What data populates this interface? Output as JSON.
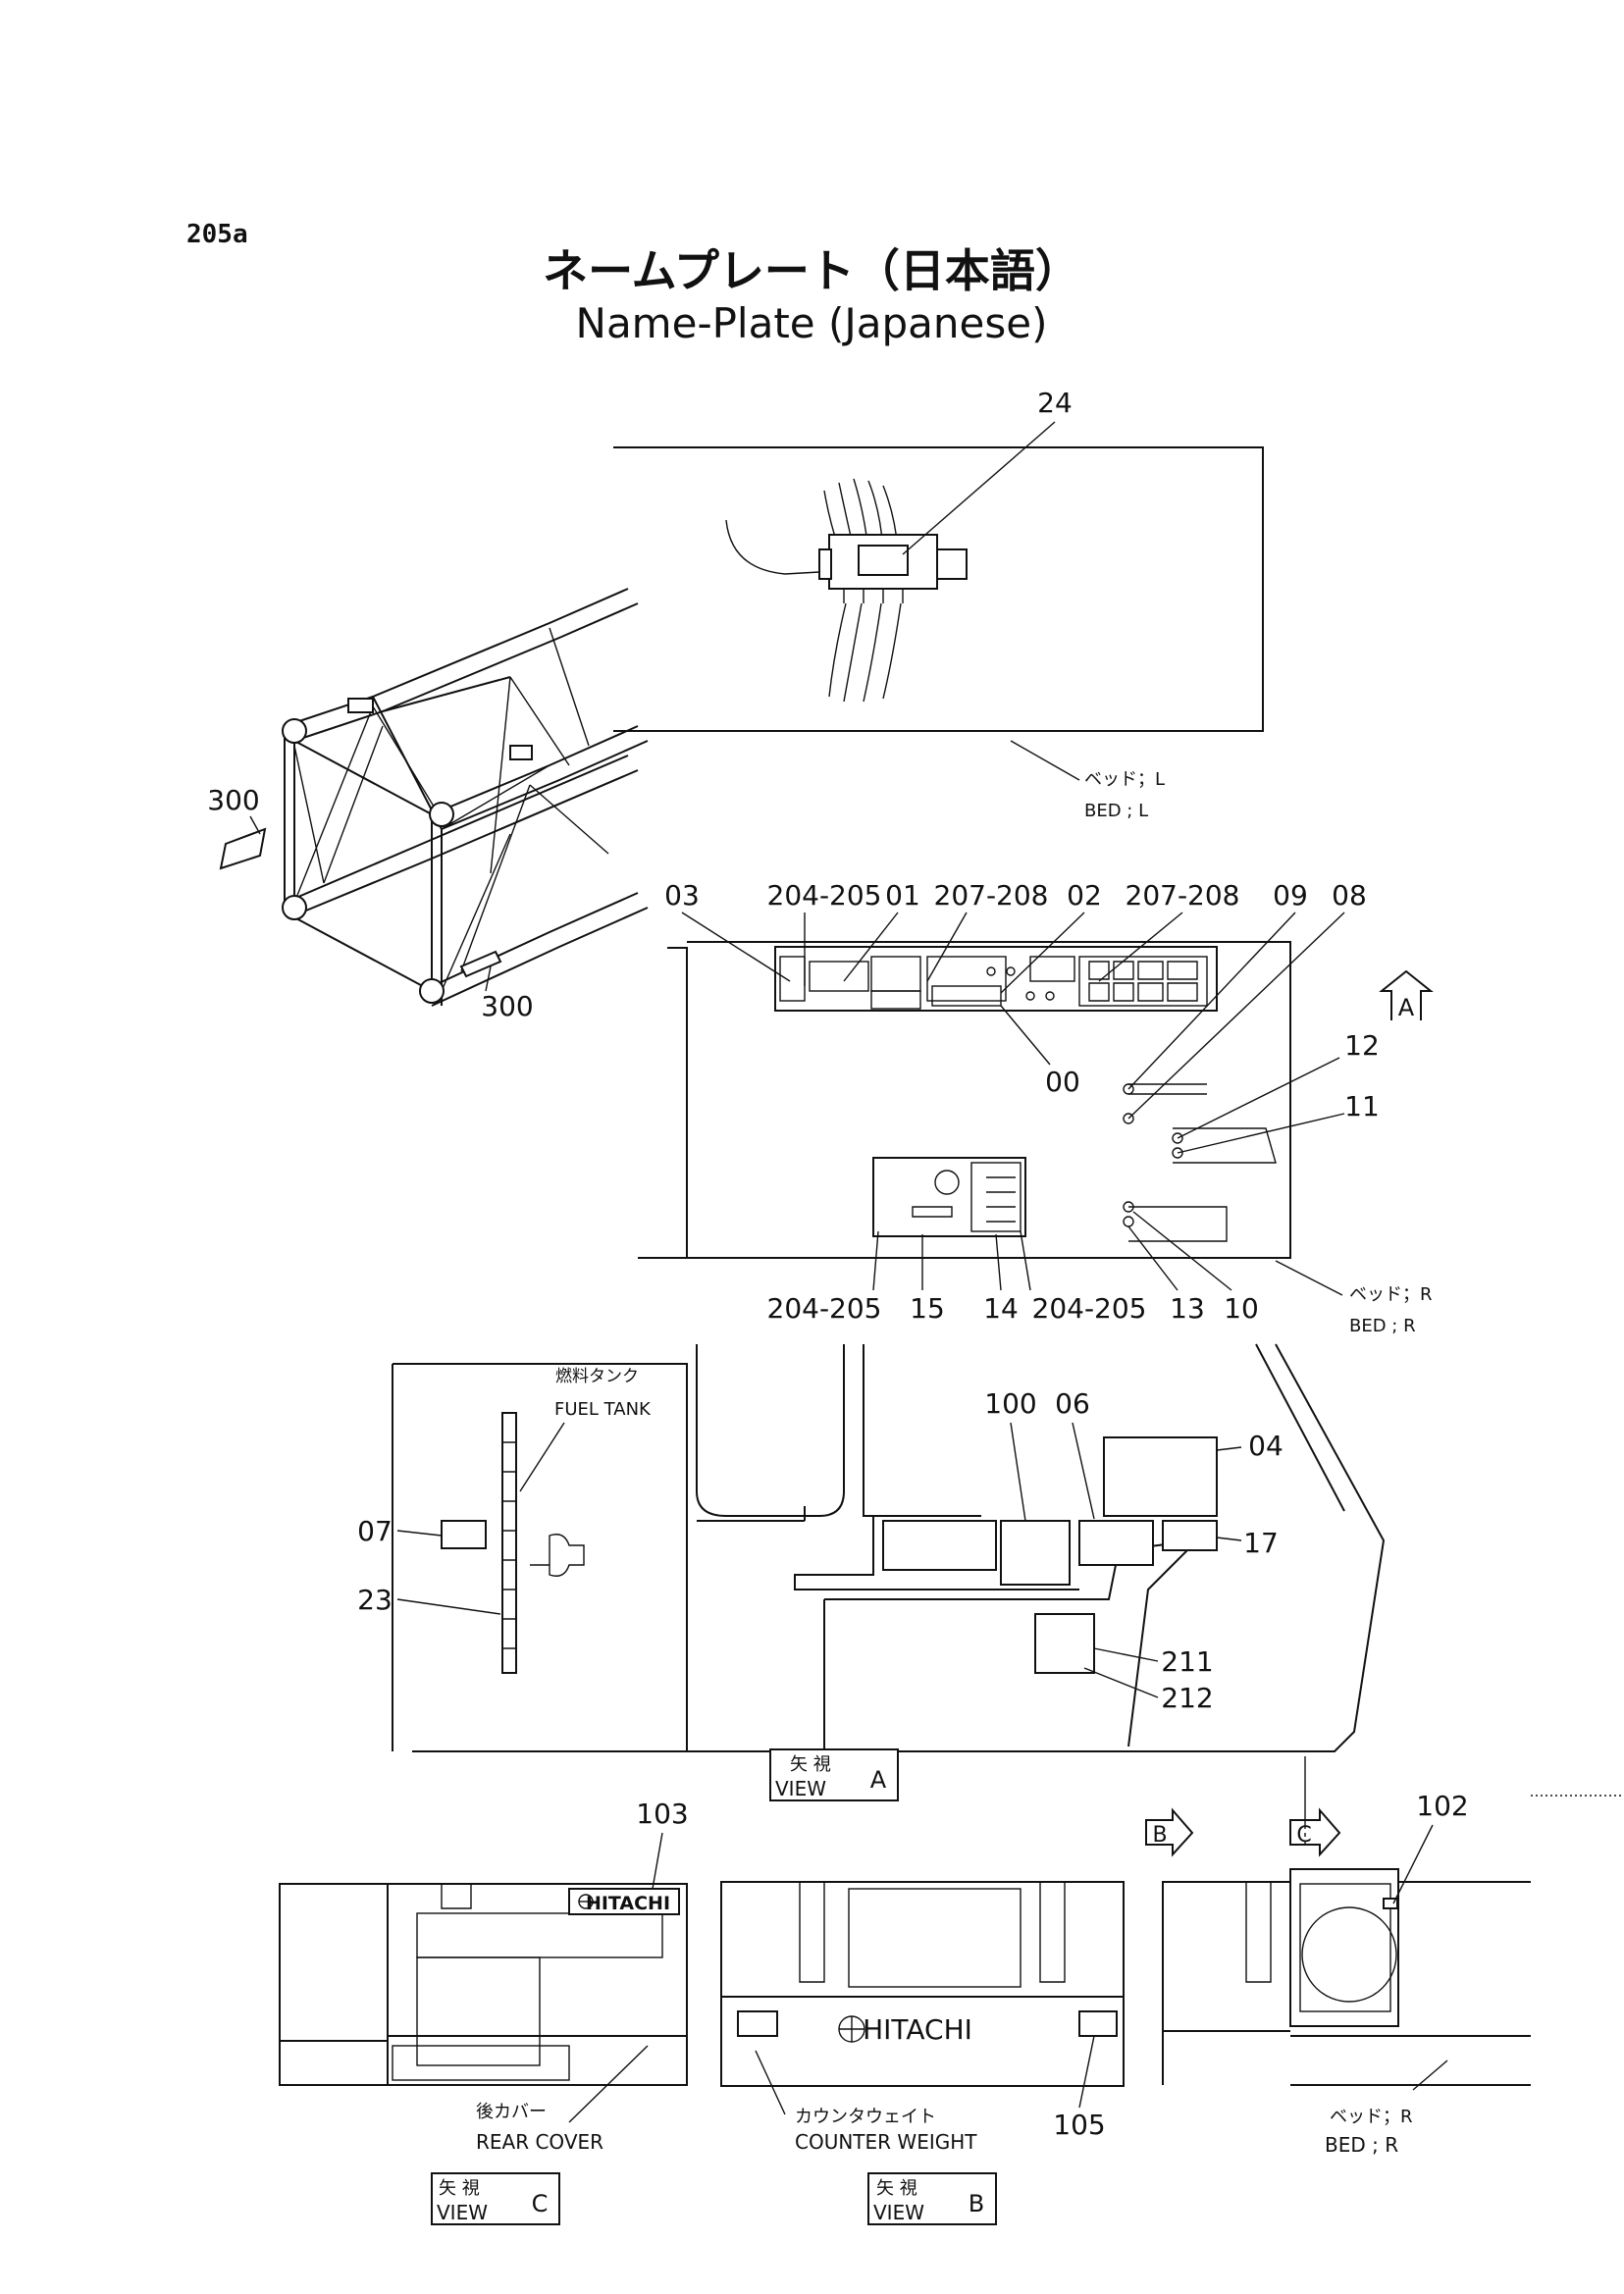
{
  "page_id": "205a",
  "title_jp": "ネームプレート（日本語）",
  "title_en": "Name-Plate (Japanese)",
  "callouts": {
    "c24": "24",
    "c300a": "300",
    "c300b": "300",
    "c03": "03",
    "c204_205a": "204-205",
    "c01": "01",
    "c207_208a": "207-208",
    "c02": "02",
    "c207_208b": "207-208",
    "c09": "09",
    "c08": "08",
    "c00": "00",
    "c12": "12",
    "c11": "11",
    "c204_205b": "204-205",
    "c15": "15",
    "c14": "14",
    "c204_205c": "204-205",
    "c13": "13",
    "c10": "10",
    "c100": "100",
    "c06": "06",
    "c04": "04",
    "c07": "07",
    "c17": "17",
    "c23": "23",
    "c211": "211",
    "c212": "212",
    "c103": "103",
    "c102": "102",
    "c105": "105"
  },
  "labels": {
    "bed_l_jp": "ベッド；L",
    "bed_l_en": "BED ; L",
    "bed_r1_jp": "ベッド；R",
    "bed_r1_en": "BED ; R",
    "fuel_tank_jp": "燃料タンク",
    "fuel_tank_en": "FUEL TANK",
    "rear_cover_jp": "後カバー",
    "rear_cover_en": "REAR COVER",
    "counter_weight_jp": "カウンタウェイト",
    "counter_weight_en": "COUNTER WEIGHT",
    "bed_r2_jp": "ベッド；R",
    "bed_r2_en": "BED ; R",
    "hitachi_plate": "HITACHI",
    "hitachi_cw": "HITACHI"
  },
  "views": {
    "view_a_jp": "矢 視",
    "view_a_en": "VIEW",
    "view_a_letter": "A",
    "view_b_jp": "矢 視",
    "view_b_en": "VIEW",
    "view_b_letter": "B",
    "view_c_jp": "矢 視",
    "view_c_en": "VIEW",
    "view_c_letter": "C",
    "arrow_a": "A",
    "arrow_b": "B",
    "arrow_c": "C"
  }
}
